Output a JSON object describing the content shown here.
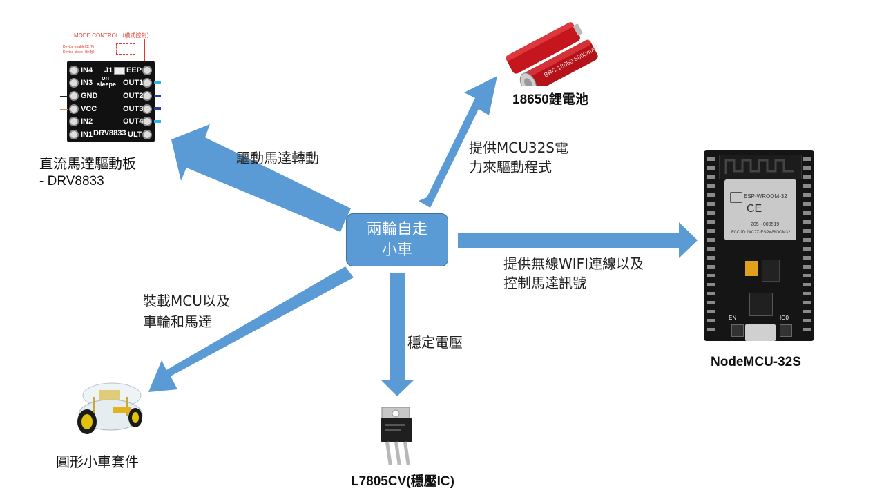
{
  "center": {
    "line1": "兩輪自走",
    "line2": "小車"
  },
  "edges": {
    "drive_motor": "驅動馬達轉動",
    "power_line1": "提供MCU32S電",
    "power_line2": "力來驅動程式",
    "wifi_line1": "提供無線WIFI連線以及",
    "wifi_line2": "控制馬達訊號",
    "mount_line1": "裝載MCU以及",
    "mount_line2": "車輪和馬達",
    "voltage": "穩定電壓"
  },
  "nodes": {
    "driver_line1": "直流馬達驅動板",
    "driver_line2": "- DRV8833",
    "battery": "18650鋰電池",
    "mcu": "NodeMCU-32S",
    "car_kit": "圓形小車套件",
    "regulator": "L7805CV(穩壓IC)"
  },
  "driver_board": {
    "mode_control": "MODE CONTROL（模式控制）",
    "enable_text": "Device enable(工作)",
    "sleep_text": "Device sleep（休眠）",
    "left_pins": [
      "IN4",
      "IN3",
      "GND",
      "VCC",
      "IN2",
      "IN1"
    ],
    "right_pins": [
      "EEP",
      "OUT1",
      "OUT2",
      "OUT3",
      "OUT4",
      "ULT"
    ],
    "j1": "J1",
    "on": "on",
    "sleep": "sleepe",
    "chip": "DRV8833"
  },
  "esp32": {
    "module_name": "ESP-WROOM-32",
    "ce": "CE",
    "cert_id": "205 - 000519",
    "fcc_id": "FCC ID:2AC7Z-ESPWROOM32",
    "en": "EN",
    "io0": "IO0"
  },
  "battery_print": "BRC 18650 6800mAh",
  "colors": {
    "arrow": "#5b9bd5",
    "box": "#5b9bd5",
    "box_border": "#41719c"
  }
}
